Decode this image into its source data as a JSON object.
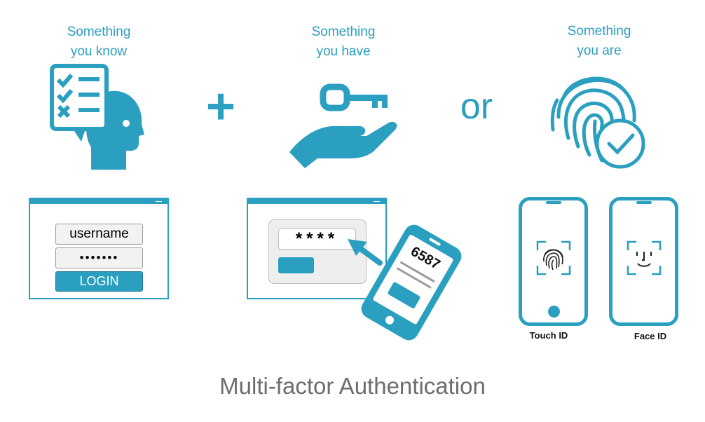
{
  "factors": {
    "know": {
      "line1": "Something",
      "line2": "you know"
    },
    "have": {
      "line1": "Something",
      "line2": "you have"
    },
    "are": {
      "line1": "Something",
      "line2": "you are"
    }
  },
  "operators": {
    "plus": "+",
    "or": "or"
  },
  "login_window": {
    "username": "username",
    "password": "•••••••",
    "button": "LOGIN"
  },
  "otp_window": {
    "code": "****"
  },
  "phone": {
    "code": "6587"
  },
  "biometrics": {
    "touch_label": "Touch ID",
    "face_label": "Face ID"
  },
  "title": "Multi-factor Authentication",
  "colors": {
    "accent": "#2a9fc0",
    "title": "#6d6d6d"
  },
  "icons": [
    "checklist-head-icon",
    "key-hand-icon",
    "fingerprint-check-icon",
    "fingerprint-icon",
    "face-icon"
  ]
}
